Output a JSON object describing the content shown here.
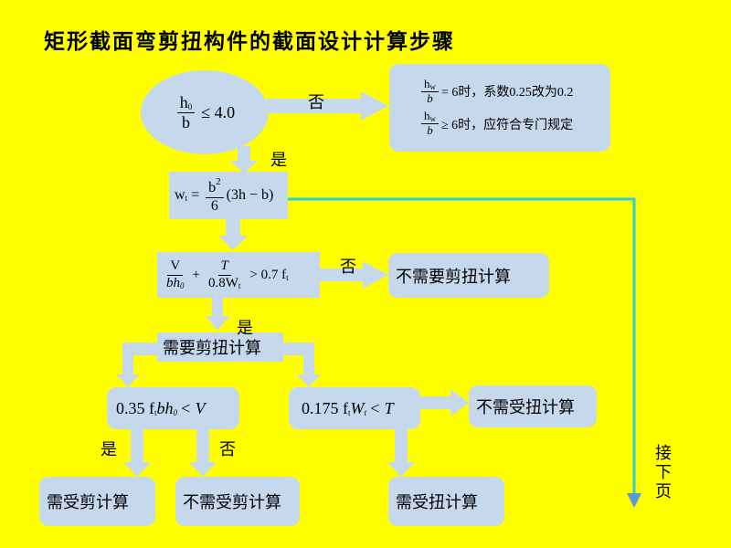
{
  "title": "矩形截面弯剪扭构件的截面设计计算步骤",
  "colors": {
    "background": "#FFFF00",
    "box": "#C5D8EC",
    "arrow_fill": "#C5D8EC",
    "line": "#33CCCC",
    "guide": "#5B9BD5"
  },
  "labels": {
    "no": "否",
    "yes": "是",
    "continue": [
      "接",
      "下",
      "页"
    ]
  },
  "decision1": {
    "num": "h",
    "num_sub": "0",
    "den": "b",
    "rel": "≤ 4.0"
  },
  "note": {
    "line1_num": "h",
    "line1_num_sub": "w",
    "line1_den": "b",
    "line1_text": "= 6时，系数0.25改为0.2",
    "line2_num": "h",
    "line2_num_sub": "w",
    "line2_den": "b",
    "line2_text": "≥ 6时，应符合专门规定"
  },
  "wt": {
    "lhs": "w",
    "lhs_sub": "t",
    "eq": "=",
    "num": "b",
    "num_sup": "2",
    "den": "6",
    "tail": "(3h − b)"
  },
  "decision2": {
    "t1_num": "V",
    "t1_den": "bh",
    "t1_den_sub": "0",
    "plus": "+",
    "t2_num": "T",
    "t2_den": "0.8W",
    "t2_den_sub": "t",
    "rel": "> 0.7 f",
    "rel_sub": "t"
  },
  "boxes": {
    "no_shear_torsion": "不需要剪扭计算",
    "need_shear_torsion": "需要剪扭计算",
    "no_torsion": "不需受扭计算",
    "shear_calc": "需受剪计算",
    "no_shear": "不需受剪计算",
    "torsion_calc": "需受扭计算"
  },
  "decision3": {
    "coef": "0.35 f",
    "coef_sub": "t",
    "mid": "bh",
    "mid_sub": "0",
    "rel": "< V"
  },
  "decision4": {
    "coef": "0.175 f",
    "coef_sub": "t",
    "mid": "W",
    "mid_sub": "t",
    "rel": "< T"
  }
}
